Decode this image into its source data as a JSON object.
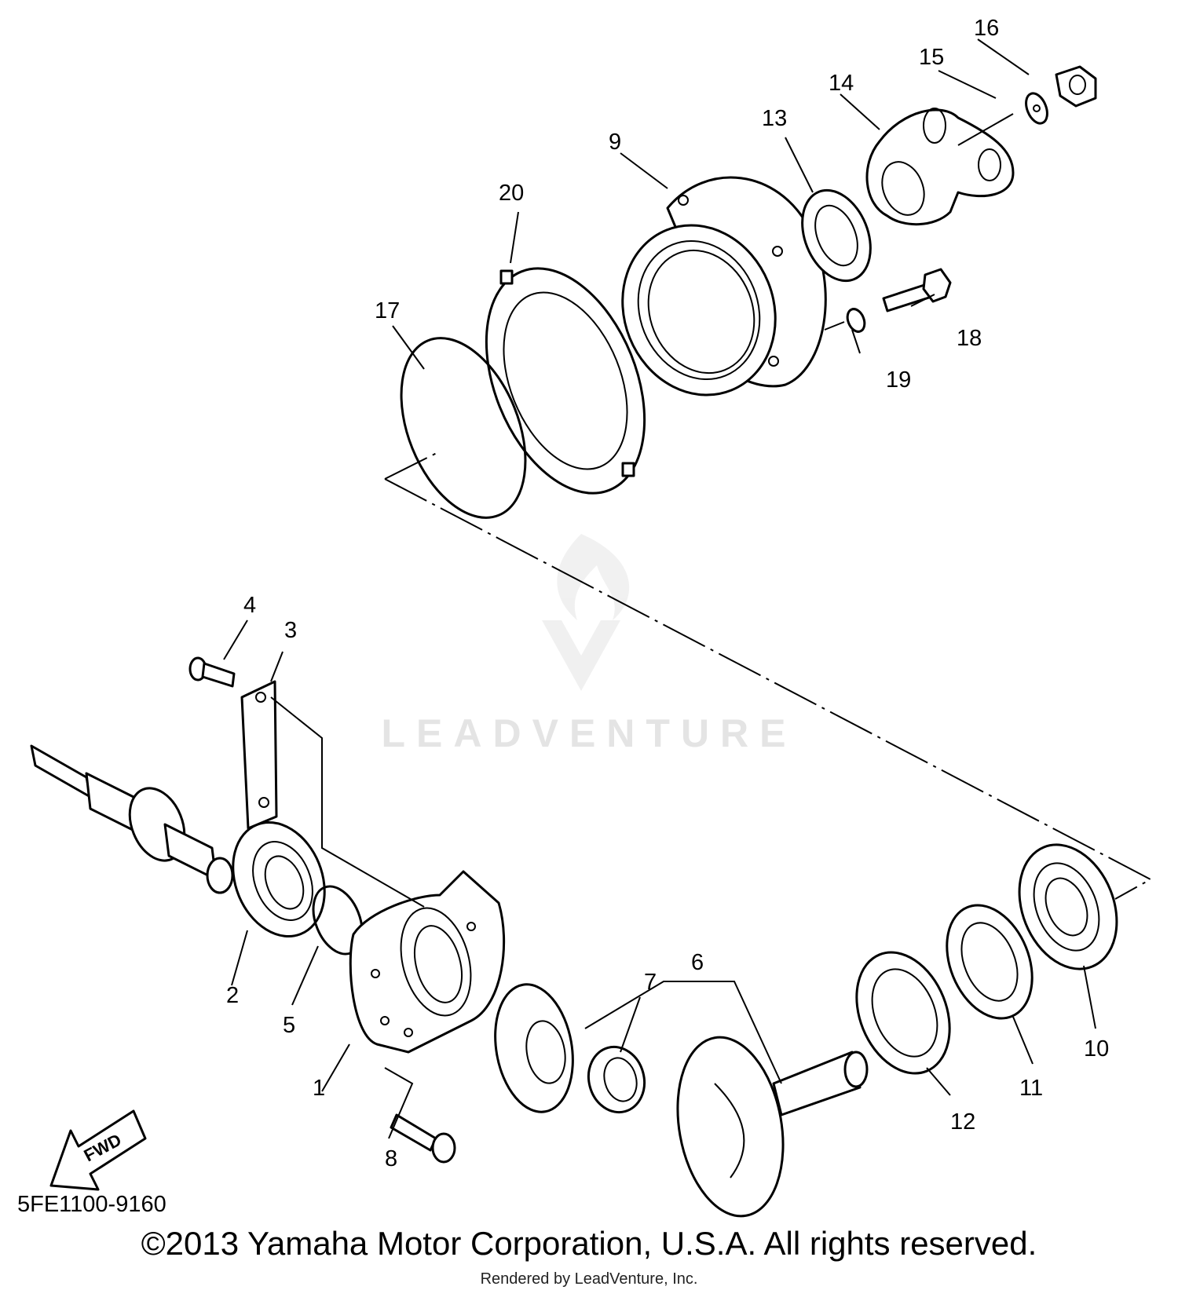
{
  "diagram": {
    "code": "5FE1100-9160",
    "copyright": "©2013 Yamaha Motor Corporation, U.S.A. All rights reserved.",
    "rendered_by": "Rendered by LeadVenture, Inc.",
    "watermark": "LEADVENTURE",
    "fwd_label": "FWD",
    "callouts": [
      "1",
      "2",
      "3",
      "4",
      "5",
      "6",
      "7",
      "8",
      "9",
      "10",
      "11",
      "12",
      "13",
      "14",
      "15",
      "16",
      "17",
      "18",
      "19",
      "20"
    ]
  }
}
